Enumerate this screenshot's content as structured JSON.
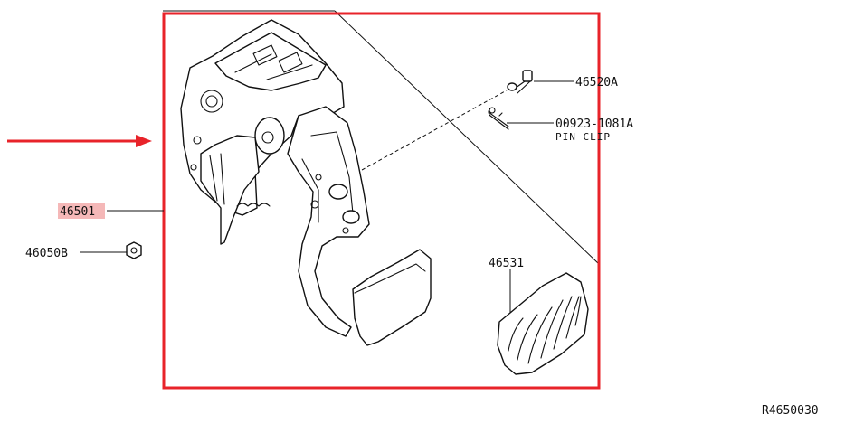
{
  "diagram": {
    "highlight_color": "#e8232a",
    "label_highlight_color": "#f5b8b8",
    "line_color": "#111111",
    "labels": {
      "pedal_assembly": "46501",
      "nut": "46050B",
      "bolt": "46520A",
      "pin_clip_part": "00923-1081A",
      "pin_clip_name": "PIN CLIP",
      "pedal_pad": "46531"
    },
    "reference_code": "R4650030"
  }
}
